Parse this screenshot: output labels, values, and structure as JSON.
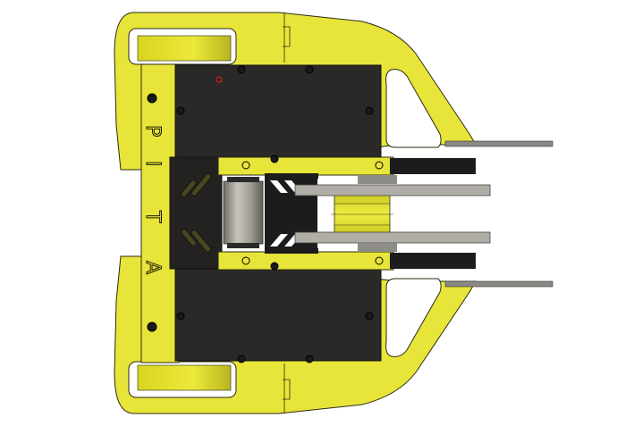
{
  "render": {
    "type": "CAD top view rendering",
    "subject": "robot chassis with spool/winch assembly"
  },
  "chassis": {
    "label_letters": [
      "P",
      "I",
      "T",
      "A"
    ],
    "colors": {
      "frame_yellow": "#e8e53a",
      "frame_edge": "#2a2a10",
      "plate_dark": "#2b2927",
      "plate_black": "#1c1c1c",
      "motor_gray": "#a6a49c",
      "bar_gray": "#b0aea6",
      "spool_yellow": "#e6e32c",
      "accent_red": "#d02020",
      "background": "#ffffff"
    }
  }
}
